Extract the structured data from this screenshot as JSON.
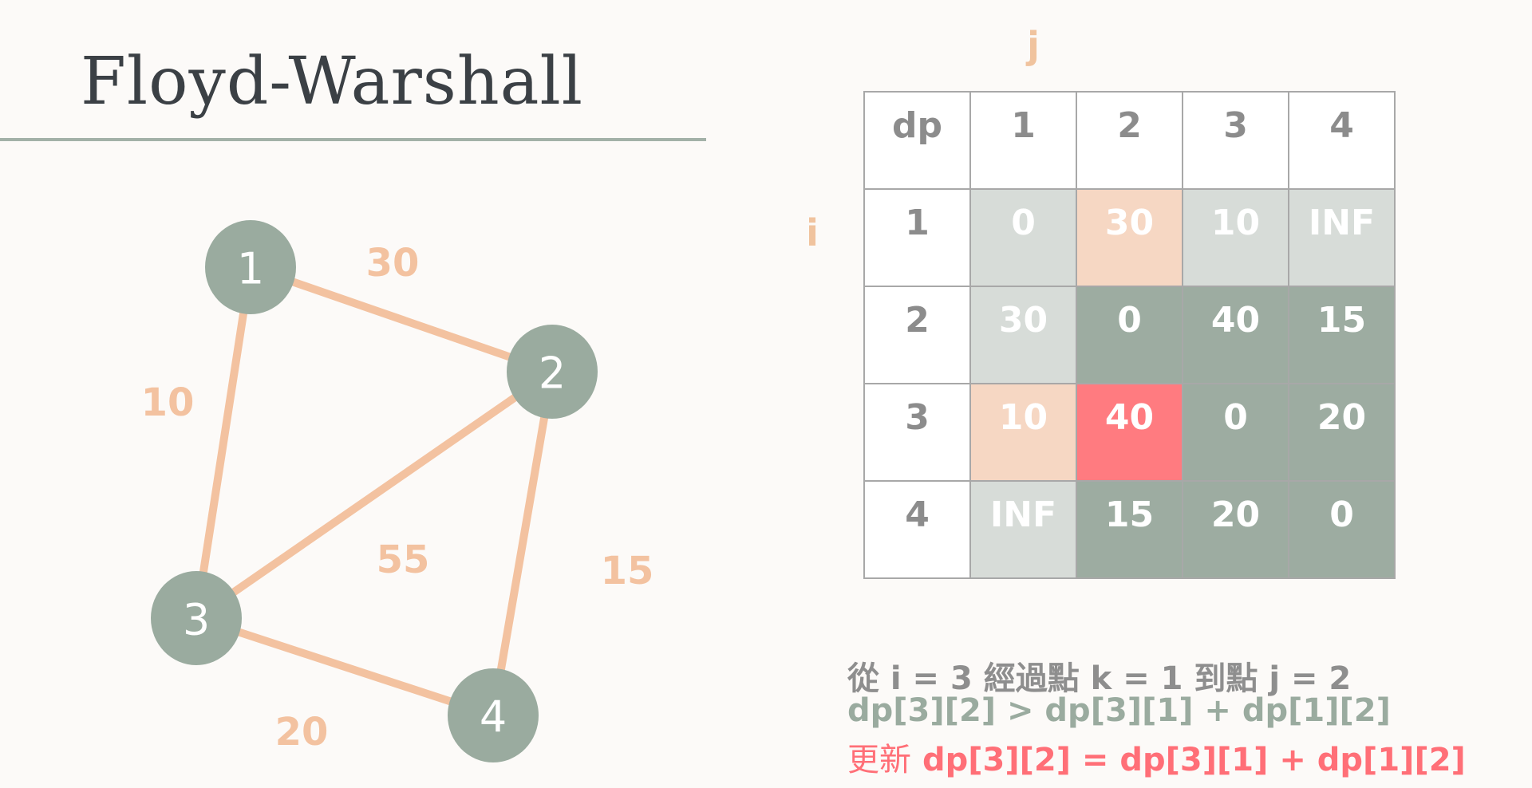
{
  "title": "Floyd-Warshall",
  "graph": {
    "nodes": [
      {
        "id": "1",
        "label": "1"
      },
      {
        "id": "2",
        "label": "2"
      },
      {
        "id": "3",
        "label": "3"
      },
      {
        "id": "4",
        "label": "4"
      }
    ],
    "edges": [
      {
        "from": "1",
        "to": "2",
        "weight": "30"
      },
      {
        "from": "1",
        "to": "3",
        "weight": "10"
      },
      {
        "from": "2",
        "to": "3",
        "weight": "55"
      },
      {
        "from": "2",
        "to": "4",
        "weight": "15"
      },
      {
        "from": "3",
        "to": "4",
        "weight": "20"
      }
    ]
  },
  "matrix": {
    "axis_j": "j",
    "axis_i": "i",
    "corner": "dp",
    "col_headers": [
      "1",
      "2",
      "3",
      "4"
    ],
    "rows": [
      {
        "header": "1",
        "cells": [
          "0",
          "30",
          "10",
          "INF"
        ]
      },
      {
        "header": "2",
        "cells": [
          "30",
          "0",
          "40",
          "15"
        ]
      },
      {
        "header": "3",
        "cells": [
          "10",
          "40",
          "0",
          "20"
        ]
      },
      {
        "header": "4",
        "cells": [
          "INF",
          "15",
          "20",
          "0"
        ]
      }
    ],
    "cell_colors": {
      "light": "#d7dcd8",
      "dark": "#9daca1",
      "peach": "#f6d7c3",
      "highlight": "#ff7b80"
    }
  },
  "description": {
    "line1": "從 i = 3 經過點 k = 1 到點 j = 2",
    "line2": "dp[3][2] > dp[3][1] + dp[1][2]",
    "line3_prefix": "更新",
    "line3_expr": "dp[3][2] = dp[3][1] + dp[1][2]"
  },
  "colors": {
    "node": "#9aab9f",
    "edge": "#f3c2a0",
    "update_text": "#ff6f77"
  }
}
